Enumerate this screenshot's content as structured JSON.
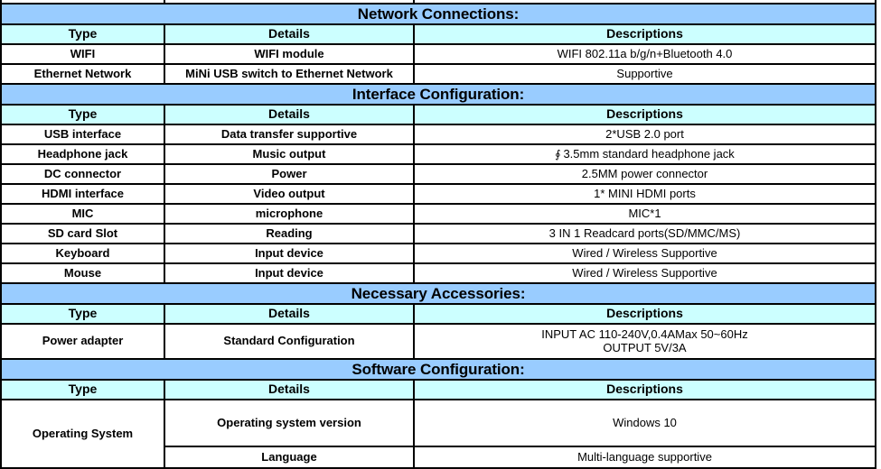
{
  "document": {
    "title": "Device Specification Table",
    "columns": [
      "Type",
      "Details",
      "Descriptions"
    ],
    "colors": {
      "section_banner": "#99CCFF",
      "column_header": "#CCFFFF",
      "cell_background": "#FFFFFF",
      "border": "#000000",
      "text": "#000000"
    }
  },
  "sections": [
    {
      "id": "network-connections",
      "title": "Network Connections:",
      "headers": {
        "type": "Type",
        "details": "Details",
        "descriptions": "Descriptions"
      },
      "rows": [
        {
          "type": "WIFI",
          "details": "WIFI module",
          "description": "WIFI 802.11a b/g/n+Bluetooth 4.0"
        },
        {
          "type": "Ethernet Network",
          "details": "MiNi USB switch to Ethernet Network",
          "description": "Supportive"
        }
      ]
    },
    {
      "id": "interface-configuration",
      "title": "Interface Configuration:",
      "headers": {
        "type": "Type",
        "details": "Details",
        "descriptions": "Descriptions"
      },
      "rows": [
        {
          "type": "USB interface",
          "details": "Data transfer supportive",
          "description": "2*USB 2.0 port"
        },
        {
          "type": "Headphone jack",
          "details": "Music output",
          "description_symbol": "∮",
          "description": "3.5mm standard headphone jack"
        },
        {
          "type": "DC connector",
          "details": "Power",
          "description": "2.5MM power connector"
        },
        {
          "type": "HDMI interface",
          "details": "Video output",
          "description": "1* MINI HDMI ports"
        },
        {
          "type": "MIC",
          "details": "microphone",
          "description": "MIC*1"
        },
        {
          "type": "SD card Slot",
          "details": "Reading",
          "description": "3 IN 1 Readcard ports(SD/MMC/MS)"
        },
        {
          "type": "Keyboard",
          "details": "Input device",
          "description": "Wired / Wireless Supportive"
        },
        {
          "type": "Mouse",
          "details": "Input device",
          "description": "Wired / Wireless Supportive"
        }
      ]
    },
    {
      "id": "necessary-accessories",
      "title": "Necessary Accessories:",
      "headers": {
        "type": "Type",
        "details": "Details",
        "descriptions": "Descriptions"
      },
      "rows": [
        {
          "type": "Power adapter",
          "details": "Standard Configuration",
          "description_line1": "INPUT AC 110-240V,0.4AMax 50~60Hz",
          "description_line2": "OUTPUT 5V/3A"
        }
      ]
    },
    {
      "id": "software-configuration",
      "title": "Software Configuration:",
      "headers": {
        "type": "Type",
        "details": "Details",
        "descriptions": "Descriptions"
      },
      "rows": [
        {
          "type": "Operating System",
          "type_rowspan": 2,
          "details": "Operating system version",
          "description": "Windows 10"
        },
        {
          "details": "Language",
          "description": "Multi-language supportive"
        }
      ]
    }
  ]
}
